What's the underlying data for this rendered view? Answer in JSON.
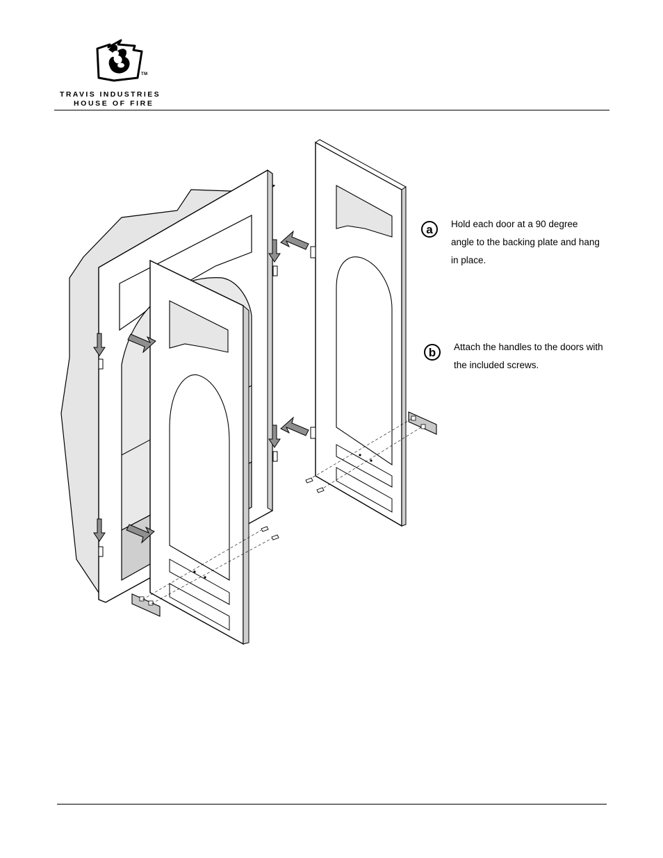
{
  "header": {
    "brand_line1": "TRAVIS INDUSTRIES",
    "brand_line2": "HOUSE OF FIRE",
    "trademark": "TM",
    "logo_icon": "flame-logo-icon"
  },
  "steps": [
    {
      "marker": "a",
      "text": "Hold each door at a 90 degree angle to the backing plate and hang in place."
    },
    {
      "marker": "b",
      "text": "Attach the handles to the doors with the included screws."
    }
  ],
  "illustration": {
    "subject": "fireplace-door-installation",
    "colors": {
      "line": "#000000",
      "shade": "#d4d4d4",
      "arrow": "#8f8f8f",
      "panel": "#ffffff"
    }
  }
}
